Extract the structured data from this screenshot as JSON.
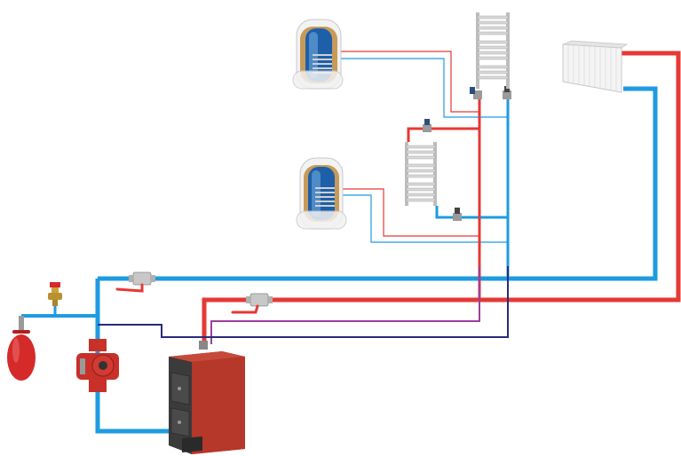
{
  "diagram": {
    "kind": "heating system schematic",
    "colors": {
      "supply": "#e53935",
      "return": "#1e9be0",
      "supply_secondary": "#9c3f9c",
      "return_secondary": "#2a2a7a",
      "boiler_body": "#b5382a",
      "boiler_front": "#3b3b3b",
      "tank_shell": "#f2f2f2",
      "tank_inner": "#1d5fa8",
      "tank_coil": "#c89a5a",
      "expansion_vessel": "#d42a2a",
      "radiator": "#f4f4f4",
      "towel_rail": "#d8d8d8",
      "valve": "#c8c8c8",
      "valve_handle": "#e53935"
    },
    "components": [
      {
        "id": "boiler",
        "icon": "solid-fuel-boiler-icon"
      },
      {
        "id": "pump",
        "icon": "circulation-pump-icon"
      },
      {
        "id": "expansion_vessel",
        "icon": "expansion-vessel-icon"
      },
      {
        "id": "safety_valve",
        "icon": "safety-valve-icon"
      },
      {
        "id": "water_heater_top",
        "icon": "indirect-water-heater-icon"
      },
      {
        "id": "water_heater_bottom",
        "icon": "indirect-water-heater-icon"
      },
      {
        "id": "towel_rail_top",
        "icon": "towel-rail-icon"
      },
      {
        "id": "towel_rail_middle",
        "icon": "towel-rail-icon"
      },
      {
        "id": "panel_radiator",
        "icon": "panel-radiator-icon"
      },
      {
        "id": "ball_valve_return",
        "icon": "ball-valve-icon"
      },
      {
        "id": "ball_valve_supply",
        "icon": "ball-valve-icon"
      }
    ]
  }
}
